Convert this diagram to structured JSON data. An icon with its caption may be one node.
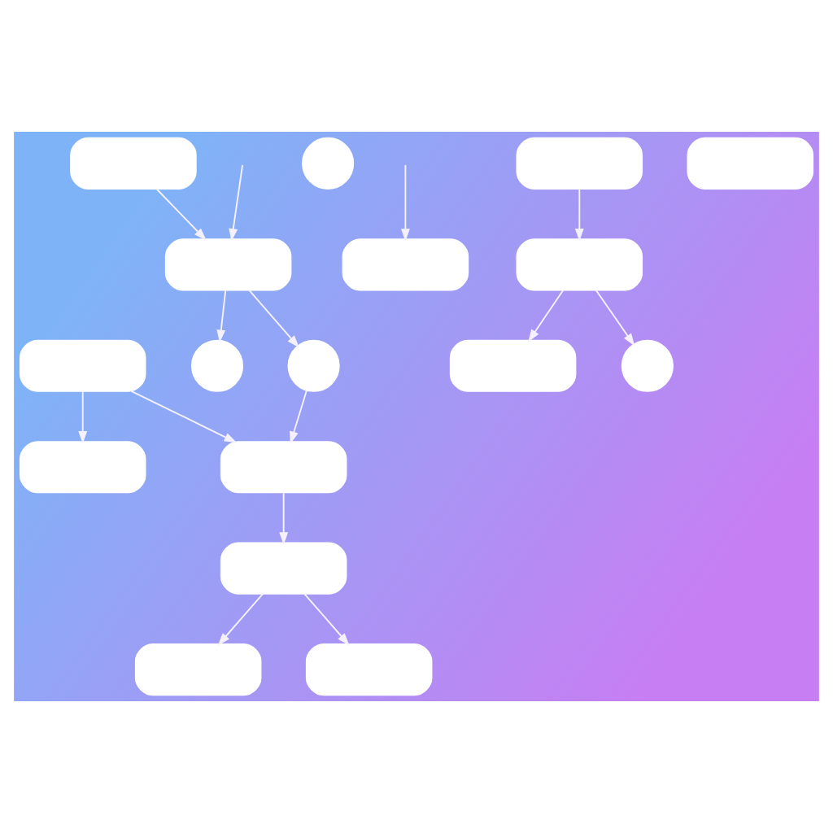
{
  "diagram": {
    "nodes": [
      {
        "text": [],
        "shape": "circle"
      },
      {
        "text": [],
        "shape": "circle"
      },
      {
        "text": [],
        "shape": "circle"
      },
      {
        "text": [],
        "shape": "box"
      },
      {
        "text": [],
        "shape": "box"
      },
      {
        "text": [],
        "shape": "box"
      },
      {
        "text": [],
        "shape": "box"
      },
      {
        "text": [],
        "shape": "box"
      },
      {
        "text": [],
        "shape": "box"
      },
      {
        "text": [],
        "shape": "box"
      },
      {
        "text": [],
        "shape": "box"
      },
      {
        "text": [],
        "shape": "box"
      },
      {
        "text": [],
        "shape": "box"
      },
      {
        "text": [],
        "shape": "box"
      },
      {
        "text": [],
        "shape": "box"
      },
      {
        "text": [],
        "shape": "box"
      },
      {
        "text": [],
        "shape": "circle"
      }
    ],
    "edges": [
      {
        "from": null,
        "to": 3,
        "arrow": "to"
      },
      {
        "from": 3,
        "to": 0,
        "arrow": "to"
      },
      {
        "from": 3,
        "to": 1,
        "arrow": "to"
      },
      {
        "from": 1,
        "to": 6,
        "arrow": "to"
      },
      {
        "from": 4,
        "to": 3,
        "arrow": "to"
      },
      {
        "from": null,
        "to": 7,
        "arrow": "to"
      },
      {
        "from": 5,
        "to": 9,
        "arrow": "to"
      },
      {
        "from": 5,
        "to": 6,
        "arrow": "to"
      },
      {
        "from": 6,
        "to": 10,
        "arrow": "to"
      },
      {
        "from": 11,
        "to": 14,
        "arrow": "to"
      },
      {
        "from": 14,
        "to": 13,
        "arrow": "to"
      },
      {
        "from": 10,
        "to": 8,
        "arrow": "to"
      },
      {
        "from": 10,
        "to": 15,
        "arrow": "to"
      },
      {
        "from": 14,
        "to": 16,
        "arrow": "to"
      }
    ]
  }
}
